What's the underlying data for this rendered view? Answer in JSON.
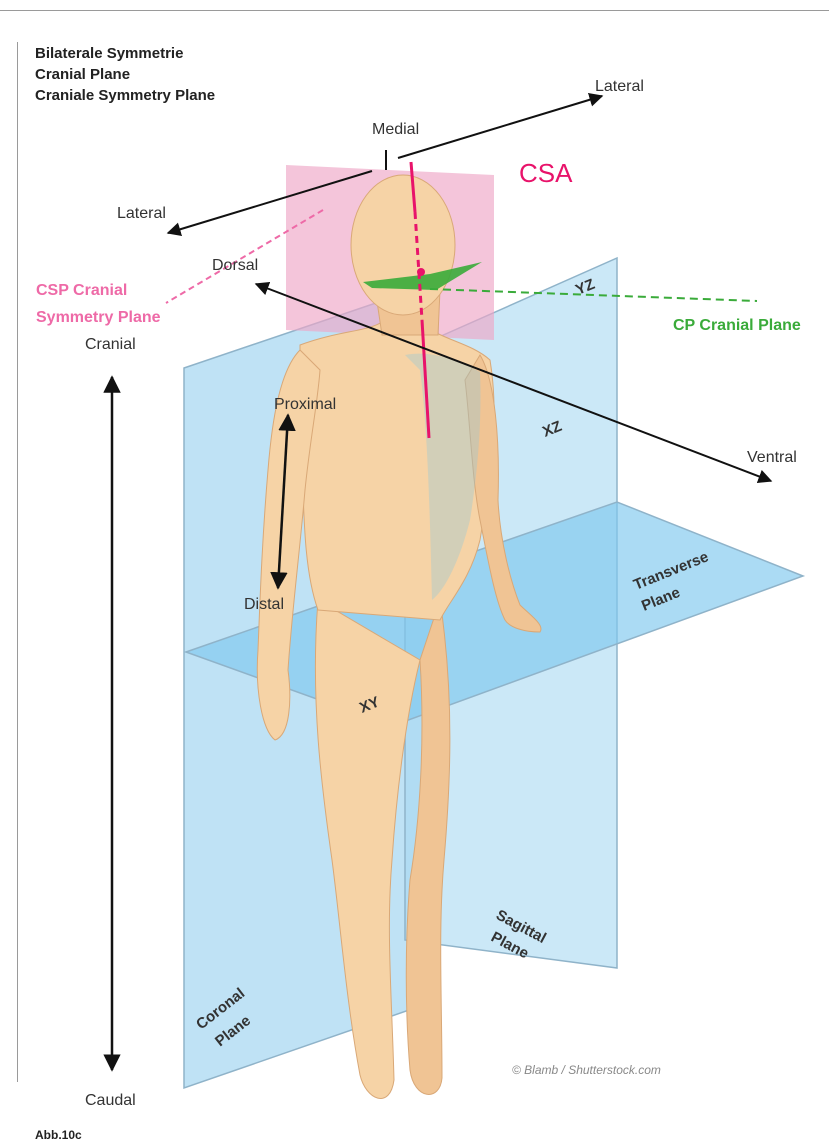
{
  "title_lines": [
    "Bilaterale Symmetrie",
    "Cranial Plane",
    "Craniale Symmetry Plane"
  ],
  "figure_label": "Abb.10c",
  "labels": {
    "lateral_right": "Lateral",
    "lateral_left": "Lateral",
    "medial": "Medial",
    "csa": "CSA",
    "dorsal": "Dorsal",
    "ventral": "Ventral",
    "csp_line1": "CSP Cranial",
    "csp_line2": "Symmetry Plane",
    "cp": "CP Cranial Plane",
    "yz": "YZ",
    "xz": "XZ",
    "xy": "XY",
    "cranial": "Cranial",
    "caudal": "Caudal",
    "proximal": "Proximal",
    "distal": "Distal",
    "transverse_line1": "Transverse",
    "transverse_line2": "Plane",
    "coronal_line1": "Coronal",
    "coronal_line2": "Plane",
    "sagittal_line1": "Sagittal",
    "sagittal_line2": "Plane",
    "credit": "© Blamb / Shutterstock.com"
  },
  "colors": {
    "plane_blue": "#a9d8f2",
    "plane_edge": "#8fb3c9",
    "skin": "#f6d3a6",
    "skin_shade": "#e9b987",
    "csa_pink": "#e8136a",
    "csp_pink": "#ee6aa7",
    "cp_green": "#3aab3a",
    "arrow": "#111111"
  }
}
